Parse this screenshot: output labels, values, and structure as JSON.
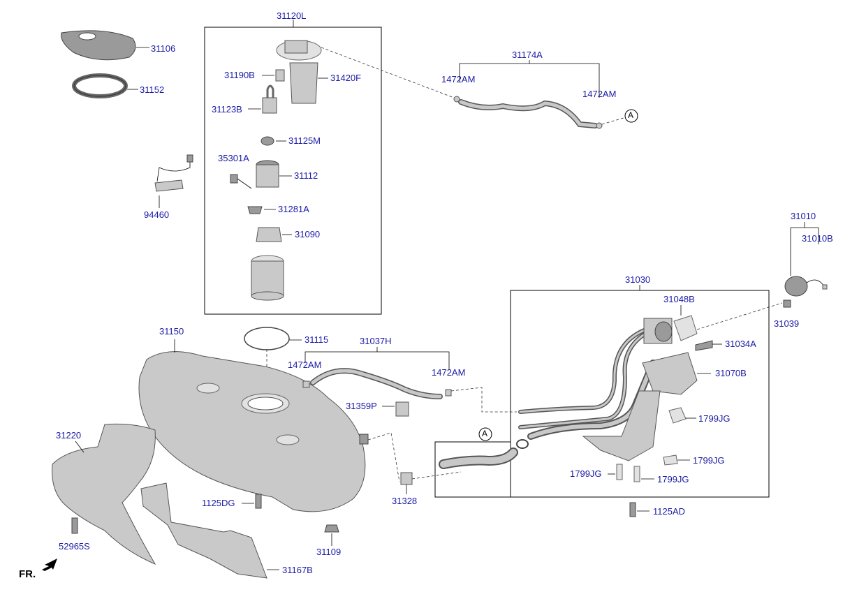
{
  "labels": {
    "p31120L": "31120L",
    "p31106": "31106",
    "p31152": "31152",
    "p31190B": "31190B",
    "p31420F": "31420F",
    "p31123B": "31123B",
    "p31125M": "31125M",
    "p35301A": "35301A",
    "p31112": "31112",
    "p94460": "94460",
    "p31281A": "31281A",
    "p31090": "31090",
    "p31174A": "31174A",
    "p1472AM_a": "1472AM",
    "p1472AM_b": "1472AM",
    "p1472AM_c": "1472AM",
    "p1472AM_d": "1472AM",
    "p31010": "31010",
    "p31010B": "31010B",
    "p31030": "31030",
    "p31048B": "31048B",
    "p31039": "31039",
    "p31034A": "31034A",
    "p31070B": "31070B",
    "p1799JG_a": "1799JG",
    "p1799JG_b": "1799JG",
    "p1799JG_c": "1799JG",
    "p1799JG_d": "1799JG",
    "p1125AD": "1125AD",
    "p31150": "31150",
    "p31115": "31115",
    "p31037H": "31037H",
    "p31359P": "31359P",
    "p31220": "31220",
    "p1125DG": "1125DG",
    "p31328": "31328",
    "p52965S": "52965S",
    "p31109": "31109",
    "p31167B": "31167B",
    "refA_1": "A",
    "refA_2": "A",
    "fr": "FR."
  },
  "colors": {
    "label": "#1a1aa6",
    "part_fill": "#c9c9c9",
    "outline": "#555555"
  }
}
